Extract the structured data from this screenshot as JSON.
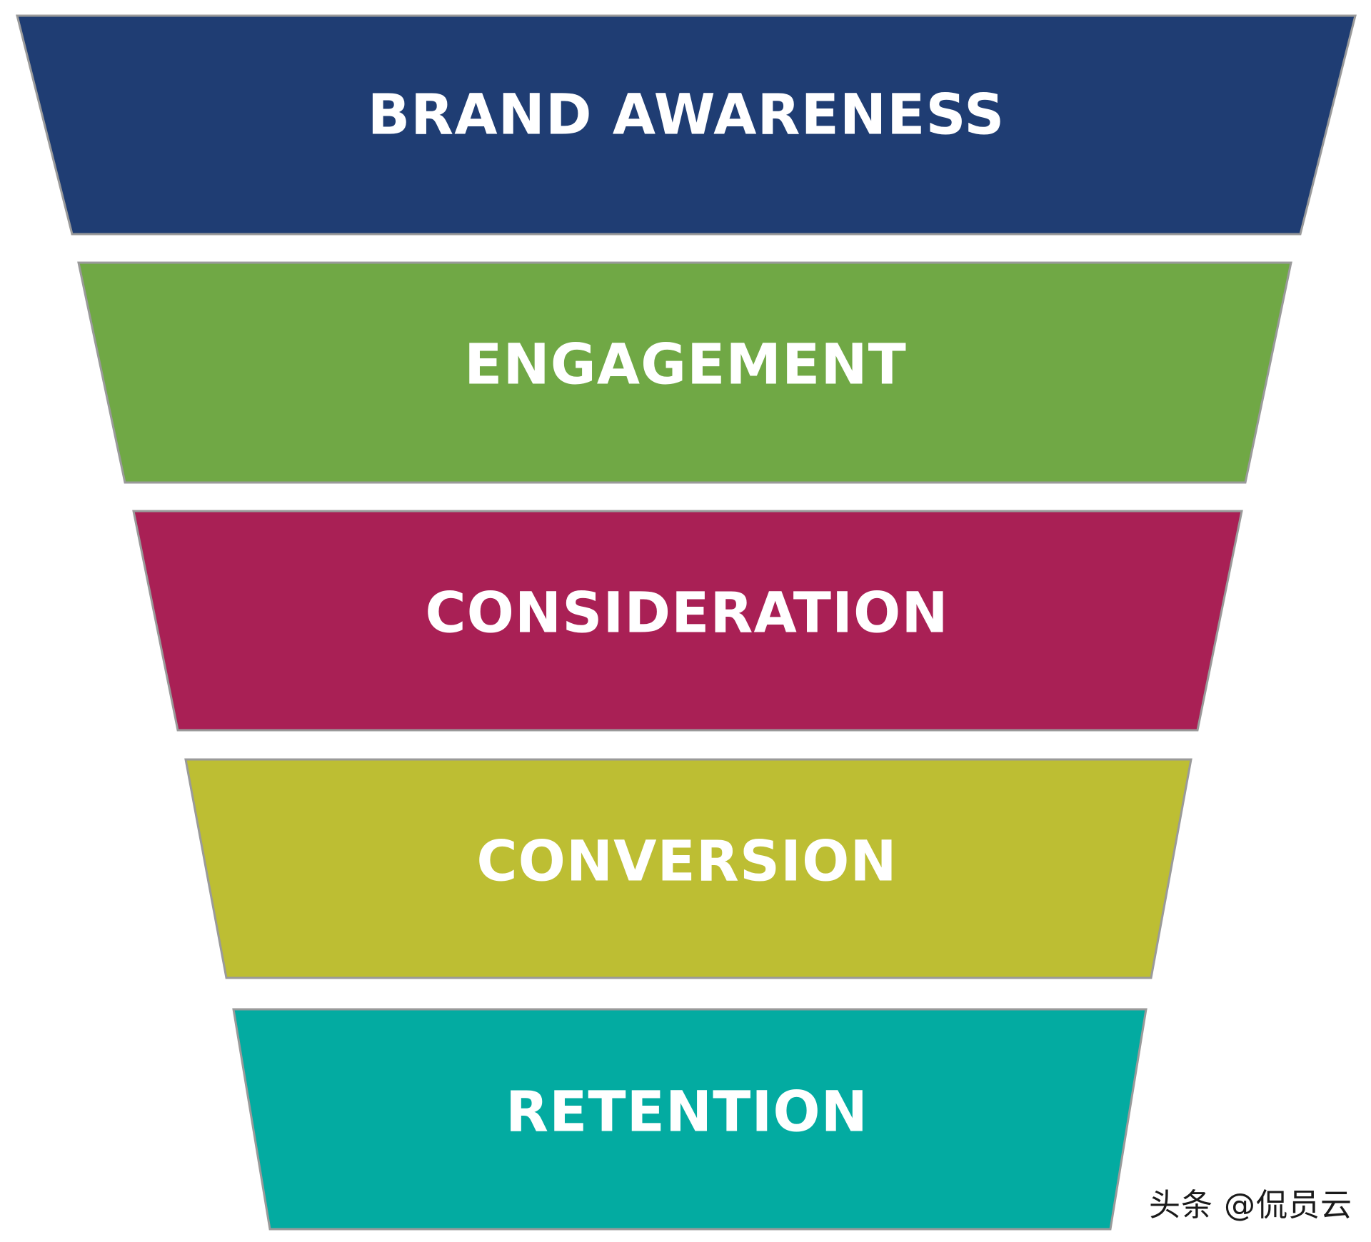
{
  "funnel": {
    "stages": [
      {
        "label": "BRAND AWARENESS",
        "color": "#1f3d73"
      },
      {
        "label": "ENGAGEMENT",
        "color": "#70a845"
      },
      {
        "label": "CONSIDERATION",
        "color": "#a92055"
      },
      {
        "label": "CONVERSION",
        "color": "#bdbe33"
      },
      {
        "label": "RETENTION",
        "color": "#03aba1"
      }
    ]
  },
  "watermark": {
    "text": "头条 @侃员云"
  }
}
